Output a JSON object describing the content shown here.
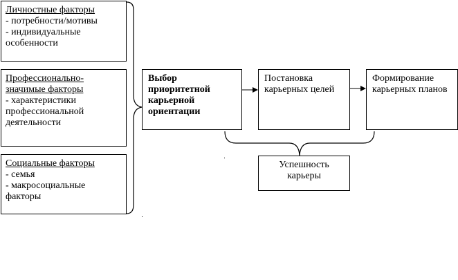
{
  "factors": [
    {
      "title": "Личностные факторы",
      "lines": [
        "- потребности/мотивы",
        "- индивидуальные",
        "особенности"
      ]
    },
    {
      "title_lines": [
        "Профессионально-",
        "значимые факторы"
      ],
      "lines": [
        "- характеристики",
        "профессиональной",
        "деятельности"
      ]
    },
    {
      "title": "Социальные факторы",
      "lines": [
        "- семья",
        "- макросоциальные",
        "факторы"
      ]
    }
  ],
  "stages": {
    "choice": [
      "Выбор",
      "приоритетной",
      "карьерной",
      "ориентации"
    ],
    "goals": [
      "Постановка",
      "карьерных",
      "целей"
    ],
    "plans": [
      "Формирование",
      "карьерных",
      "планов"
    ]
  },
  "outcome": [
    "Успешность",
    "карьеры"
  ]
}
